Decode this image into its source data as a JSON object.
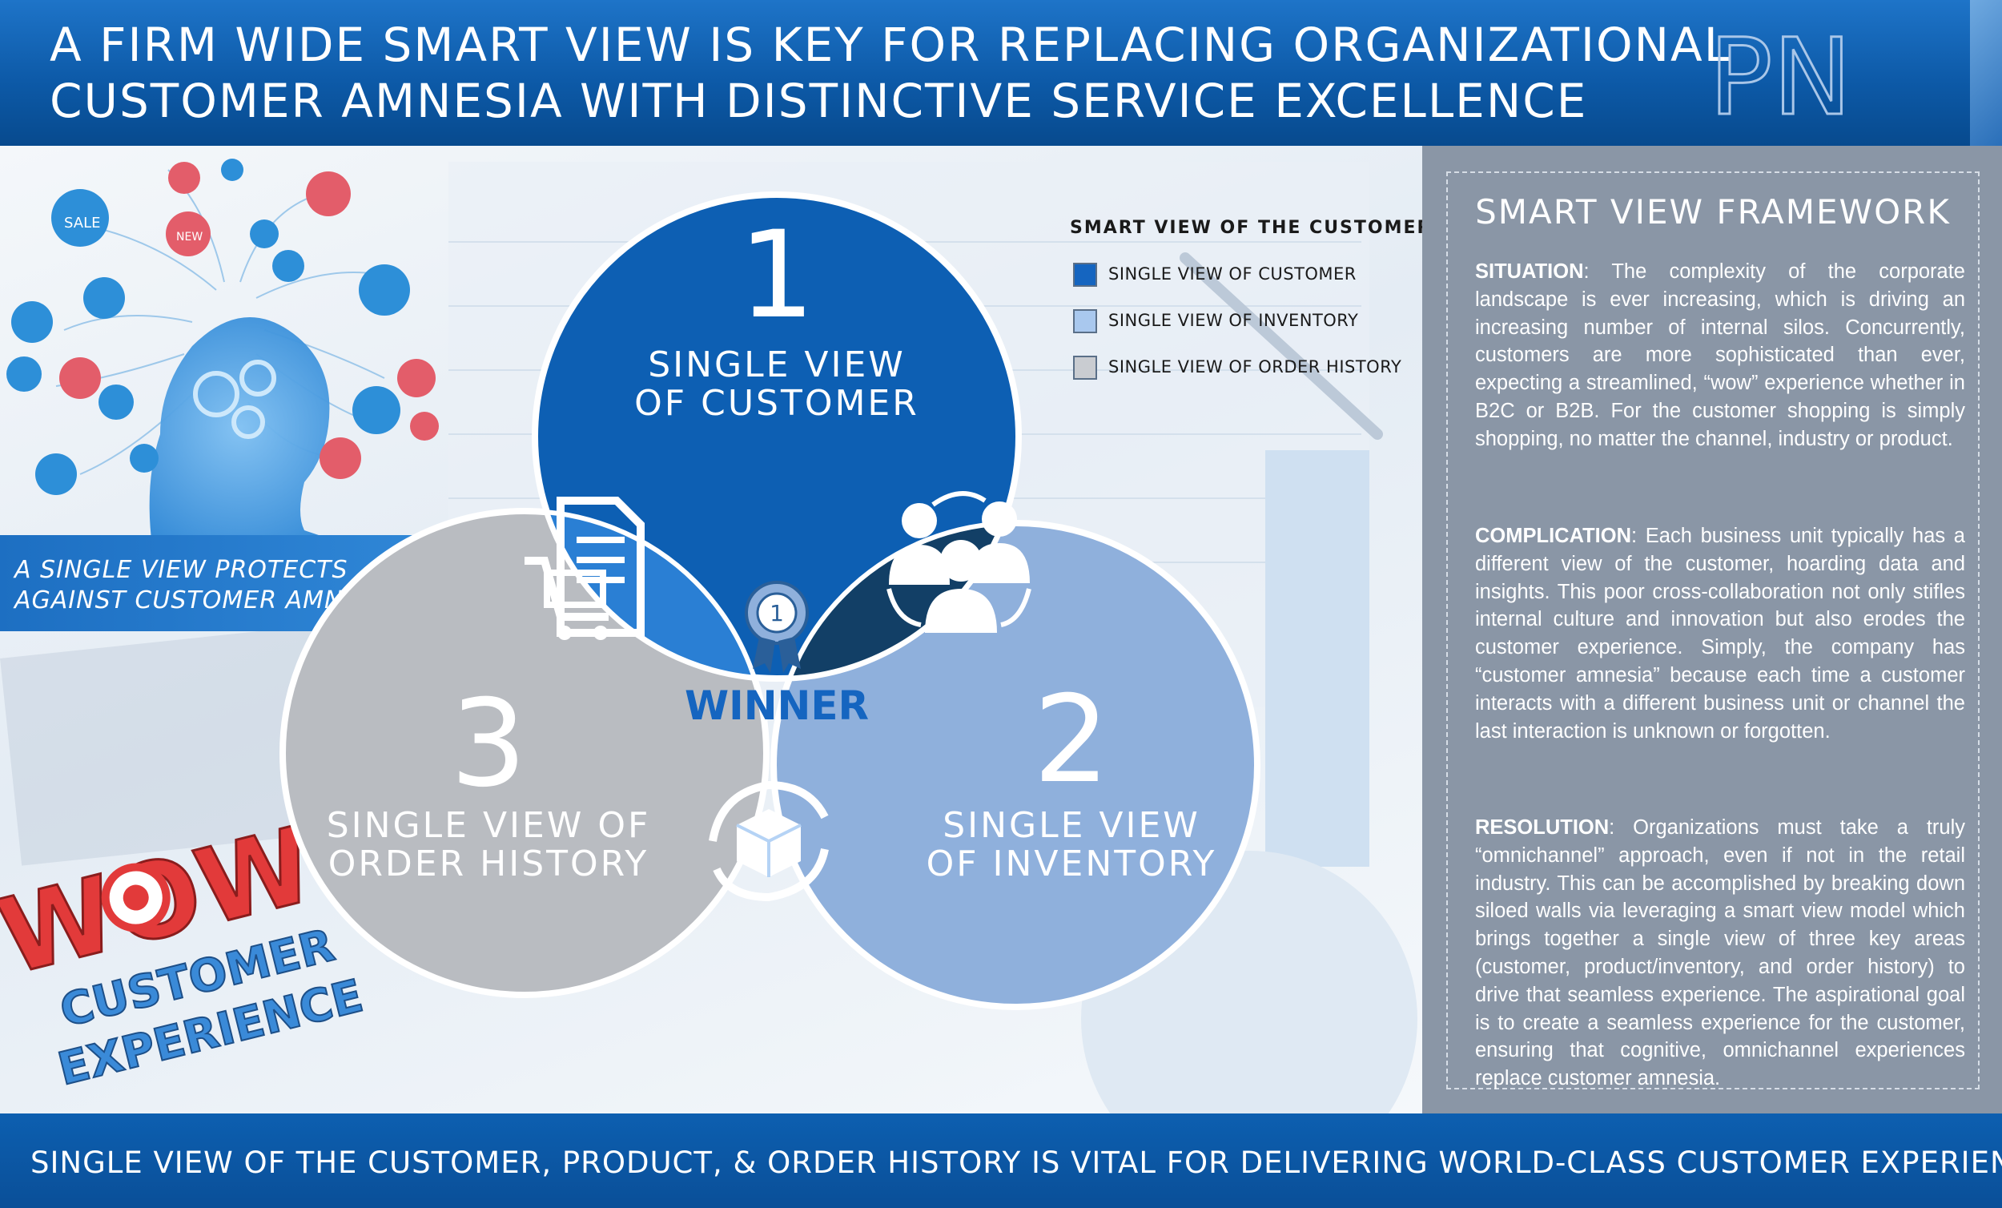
{
  "header": {
    "title_line1": "A FIRM WIDE SMART VIEW IS KEY FOR REPLACING ORGANIZATIONAL",
    "title_line2": "CUSTOMER AMNESIA WITH DISTINCTIVE SERVICE EXCELLENCE",
    "logo_text": "PNi"
  },
  "hero": {
    "protect_line1": "A SINGLE VIEW PROTECTS",
    "protect_line2": "AGAINST CUSTOMER AMNESIA",
    "wow": "WOW",
    "customer": "CUSTOMER",
    "experience": "EXPERIENCE",
    "sale": "SALE",
    "new": "NEW"
  },
  "venn": {
    "circle1": {
      "number": "1",
      "label_line1": "SINGLE VIEW",
      "label_line2": "OF CUSTOMER"
    },
    "circle2": {
      "number": "2",
      "label_line1": "SINGLE VIEW",
      "label_line2": "OF INVENTORY"
    },
    "circle3": {
      "number": "3",
      "label_line1": "SINGLE VIEW OF",
      "label_line2": "ORDER HISTORY"
    },
    "center_label": "WINNER",
    "badge_number": "1"
  },
  "legend": {
    "title": "SMART VIEW OF THE CUSTOMER",
    "items": [
      {
        "label": "SINGLE VIEW OF CUSTOMER",
        "color": "#1565c0"
      },
      {
        "label": "SINGLE VIEW OF INVENTORY",
        "color": "#a9c8ee"
      },
      {
        "label": "SINGLE VIEW OF ORDER HISTORY",
        "color": "#c9ccd1"
      }
    ]
  },
  "framework": {
    "title": "SMART VIEW FRAMEWORK",
    "situation_head": "SITUATION",
    "situation_body": ": The complexity of the corporate landscape is ever increasing, which is driving an increasing number of internal silos. Concurrently, customers are more sophisticated than ever, expecting a streamlined, “wow” experience whether in B2C or B2B. For the customer shopping is simply shopping, no matter the channel, industry or product.",
    "complication_head": "COMPLICATION",
    "complication_body": ": Each business unit typically has a different view of the customer, hoarding data and insights. This poor cross-collaboration not only stifles internal culture and innovation but also erodes the customer experience. Simply, the company has “customer amnesia” because each time a customer interacts with a different business unit or channel the last interaction is unknown or forgotten.",
    "resolution_head": "RESOLUTION",
    "resolution_body": ": Organizations must take a truly “omnichannel” approach, even if not in the retail industry. This can be accomplished by breaking down siloed walls via leveraging a smart view model which brings together a single view of three key areas (customer, product/inventory, and order history) to drive that seamless experience. The aspirational goal is to create a seamless experience for the customer, ensuring that cognitive, omnichannel experiences replace customer amnesia."
  },
  "footer": {
    "text": "SINGLE VIEW OF THE CUSTOMER, PRODUCT, & ORDER HISTORY IS VITAL FOR DELIVERING WORLD-CLASS CUSTOMER EXPERIENCE"
  },
  "colors": {
    "customer": "#0d5fb3",
    "inventory": "#8fb0dc",
    "order_history": "#b9bcc1",
    "customer_order_overlap": "#2a7fd4",
    "customer_inventory_overlap": "#123f66",
    "inventory_order_overlap": "#b5d3f5",
    "center": "#e1e6ee"
  }
}
